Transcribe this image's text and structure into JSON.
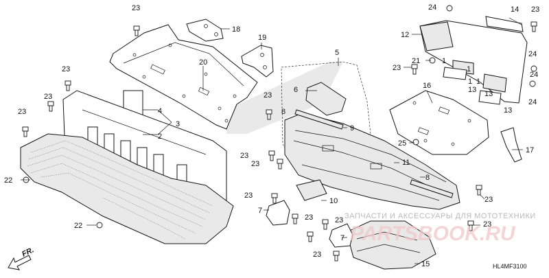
{
  "diagram": {
    "code": "HL4MF3100",
    "direction_label": "FR.",
    "watermark": {
      "line1": "ЗАПЧАСТИ И АКСЕССУАРЫ ДЛЯ МОТОТЕХНИКИ",
      "line2": "PARTSBOOK.RU"
    },
    "callouts": [
      "23",
      "18",
      "19",
      "20",
      "5",
      "24",
      "14",
      "23",
      "12",
      "24",
      "21",
      "23",
      "23",
      "23",
      "23",
      "6",
      "1",
      "1",
      "1",
      "13",
      "13",
      "16",
      "13",
      "24",
      "4",
      "3",
      "2",
      "23",
      "8",
      "9",
      "25",
      "17",
      "23",
      "11",
      "23",
      "22",
      "8",
      "22",
      "10",
      "23",
      "23",
      "7",
      "23",
      "23",
      "23",
      "7",
      "23",
      "15",
      "1",
      "24"
    ]
  }
}
